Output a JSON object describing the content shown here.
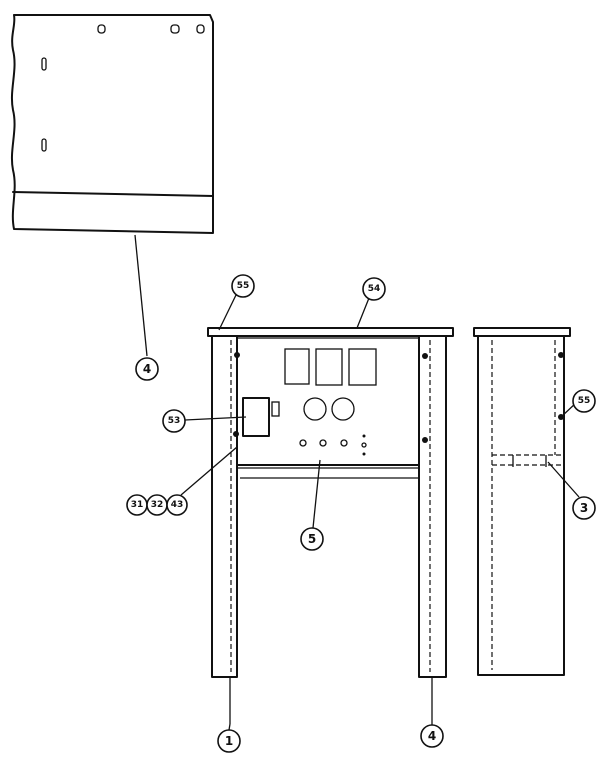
{
  "callouts": {
    "c1": "1",
    "c3": "3",
    "c4a": "4",
    "c4b": "4",
    "c5": "5",
    "c31": "31",
    "c32": "32",
    "c43": "43",
    "c53": "53",
    "c54": "54",
    "c55a": "55",
    "c55b": "55"
  }
}
